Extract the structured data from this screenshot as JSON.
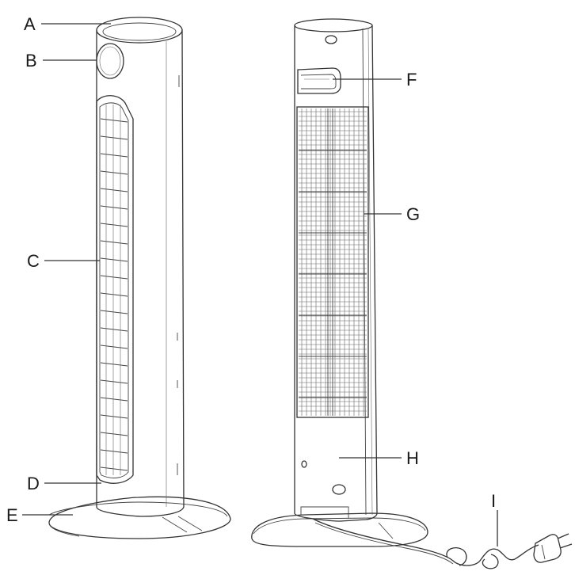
{
  "diagram": {
    "callouts": [
      {
        "id": "A",
        "text": "A"
      },
      {
        "id": "B",
        "text": "B"
      },
      {
        "id": "C",
        "text": "C"
      },
      {
        "id": "D",
        "text": "D"
      },
      {
        "id": "E",
        "text": "E"
      },
      {
        "id": "F",
        "text": "F"
      },
      {
        "id": "G",
        "text": "G"
      },
      {
        "id": "H",
        "text": "H"
      },
      {
        "id": "I",
        "text": "I"
      }
    ]
  }
}
